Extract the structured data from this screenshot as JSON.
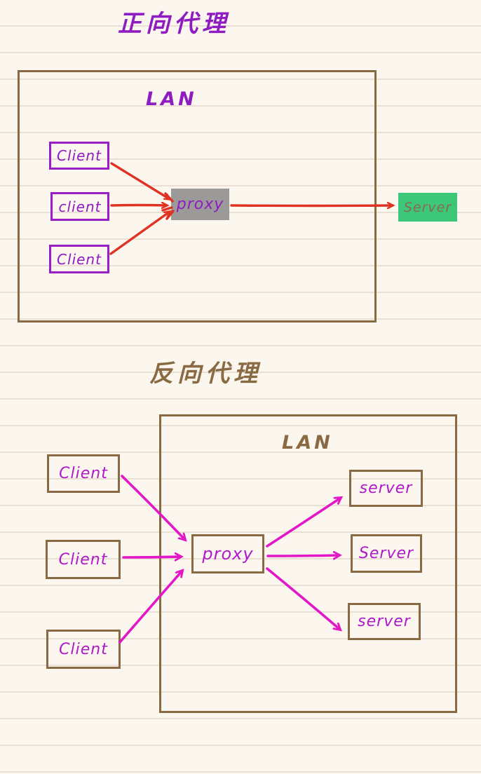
{
  "palette": {
    "paper": "#fbf6ee",
    "ruled_line": "#e9dfd5",
    "brown": "#8a6a42",
    "purple": "#8e1cc0",
    "purple_border": "#9b1ec6",
    "magenta": "#e218c8",
    "red_arrow": "#e03222",
    "proxy_gray": "#9c9a98",
    "server_green": "#3cc878"
  },
  "forward": {
    "title": "正向代理",
    "lan_label": "LAN",
    "clients": [
      "Client",
      "client",
      "Client"
    ],
    "proxy_label": "proxy",
    "server_label": "Server"
  },
  "reverse": {
    "title": "反向代理",
    "lan_label": "LAN",
    "clients": [
      "Client",
      "Client",
      "Client"
    ],
    "proxy_label": "proxy",
    "servers": [
      "server",
      "Server",
      "server"
    ]
  }
}
